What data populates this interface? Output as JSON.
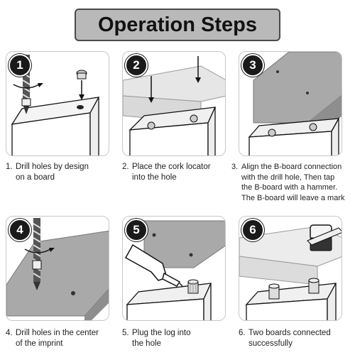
{
  "title": "Operation Steps",
  "steps": [
    {
      "number": "1",
      "caption_prefix": "1.",
      "caption_lines": [
        "Drill holes by design",
        "on a board"
      ]
    },
    {
      "number": "2",
      "caption_prefix": "2.",
      "caption_lines": [
        "Place the cork locator",
        "into the hole"
      ]
    },
    {
      "number": "3",
      "caption_prefix": "3.",
      "caption_lines": [
        "Align the B-board connection",
        "with the drill hole, Then tap",
        "the B-board with a hammer.",
        "The B-board will leave a mark"
      ]
    },
    {
      "number": "4",
      "caption_prefix": "4.",
      "caption_lines": [
        "Drill holes in the center",
        "of the imprint"
      ]
    },
    {
      "number": "5",
      "caption_prefix": "5.",
      "caption_lines": [
        "Plug the log into",
        "the hole"
      ]
    },
    {
      "number": "6",
      "caption_prefix": "6.",
      "caption_lines": [
        "Two boards connected",
        "successfully"
      ]
    }
  ],
  "colors": {
    "board_gray": "#a9a9a9",
    "board_dark": "#8e8e8e",
    "title_bg": "#b9b9b9",
    "badge": "#1a1a1a"
  }
}
